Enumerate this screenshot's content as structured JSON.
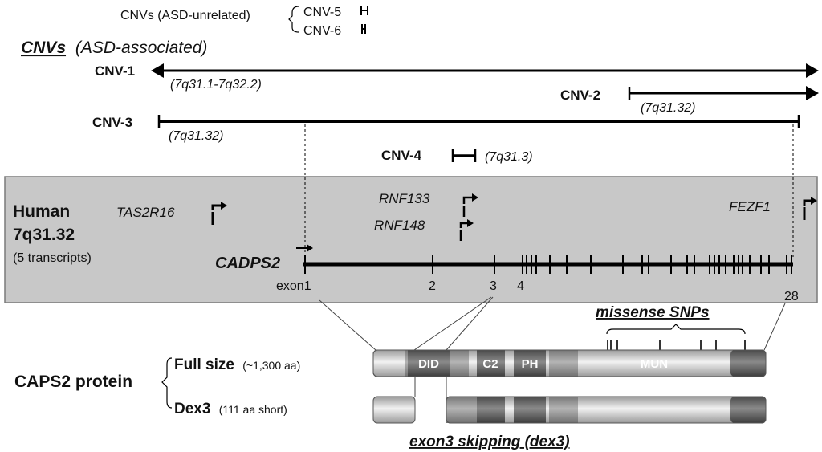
{
  "unrelated": {
    "label": "CNVs (ASD-unrelated)",
    "cnv5": "CNV-5",
    "cnv6": "CNV-6"
  },
  "associated": {
    "title_underlined": "CNVs",
    "title_rest": "(ASD-associated)",
    "cnv1": {
      "name": "CNV-1",
      "band": "(7q31.1-7q32.2)"
    },
    "cnv2": {
      "name": "CNV-2",
      "band": "(7q31.32)"
    },
    "cnv3": {
      "name": "CNV-3",
      "band": "(7q31.32)"
    },
    "cnv4": {
      "name": "CNV-4",
      "band": "(7q31.3)"
    }
  },
  "region": {
    "line1": "Human",
    "line2": "7q31.32",
    "line3": "(5 transcripts)",
    "genes": {
      "tas2r16": "TAS2R16",
      "rnf133": "RNF133",
      "rnf148": "RNF148",
      "fezf1": "FEZF1",
      "cadps2": "CADPS2"
    },
    "exon_labels": {
      "exon1": "exon1",
      "e2": "2",
      "e3": "3",
      "e4": "4",
      "e28": "28"
    }
  },
  "protein": {
    "name": "CAPS2 protein",
    "full_label": "Full size",
    "full_note": "(~1,300 aa)",
    "dex3_label": "Dex3",
    "dex3_note": "(111 aa short)",
    "domains": {
      "did": "DID",
      "c2": "C2",
      "ph": "PH",
      "mun": "MUN"
    },
    "snps_label": "missense SNPs",
    "skipping_label": "exon3 skipping (dex3)"
  },
  "colors": {
    "panel": "#c8c8c8",
    "panel_border": "#7a7a7a",
    "dark_domain": "#5c5c5c",
    "light_bar": "#d4d4d4"
  }
}
